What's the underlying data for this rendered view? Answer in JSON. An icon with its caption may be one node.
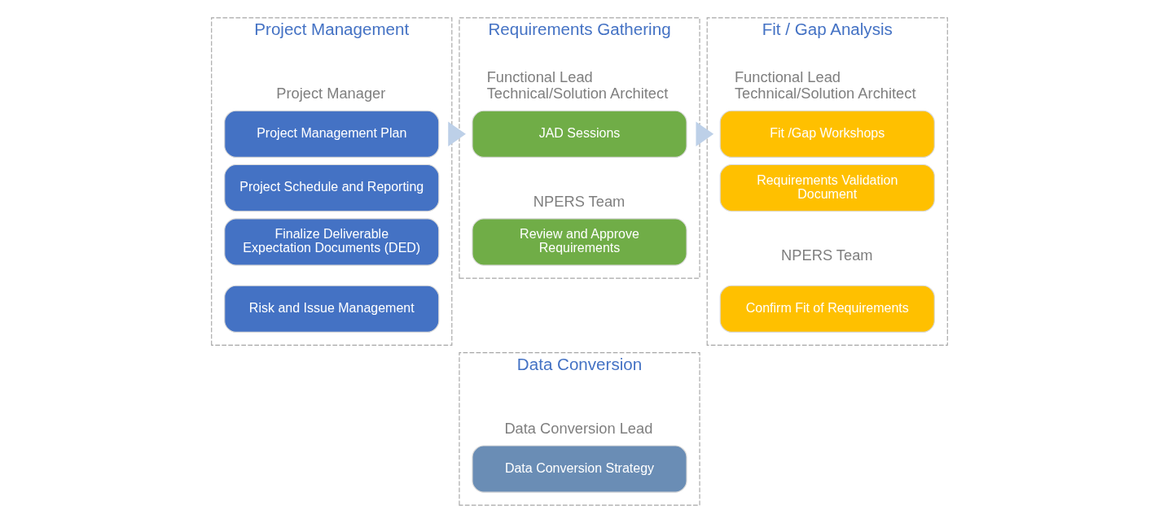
{
  "diagram": {
    "nodes": [
      {
        "text": [
          "Project Management"
        ]
      },
      {
        "text": [
          "Project Management Plan"
        ],
        "in": 0,
        "beside": [
          "Project Manager"
        ]
      },
      {
        "text": [
          "Project Schedule and Reporting"
        ],
        "in": 0
      },
      {
        "text": [
          "Finalize Deliverable Expectation Documents (DED)"
        ],
        "in": 0
      },
      {
        "text": [
          "Risk and Issue Management"
        ],
        "in": 0
      },
      {
        "text": [
          "Requirements Gathering"
        ]
      },
      {
        "text": [
          "JAD Sessions"
        ],
        "in": 5,
        "beside": [
          "Functional Lead",
          "Technical/Solution Architect"
        ]
      },
      {
        "text": [
          "Review and Approve Requirements"
        ],
        "in": 5,
        "beside": [
          "NPERS Team"
        ]
      },
      {
        "text": [
          "Fit / Gap Analysis"
        ]
      },
      {
        "text": [
          "Fit /Gap Workshops"
        ],
        "in": 8,
        "beside": [
          "Functional Lead",
          "Technical/Solution Architect"
        ]
      },
      {
        "text": [
          "Requirements Validation Document"
        ],
        "in": 8
      },
      {
        "text": [
          "Confirm Fit of Requirements"
        ],
        "in": 8,
        "beside": [
          "NPERS Team"
        ]
      },
      {
        "text": [
          "Data Conversion"
        ]
      },
      {
        "text": [
          "Data Conversion Strategy"
        ],
        "in": 12,
        "beside": [
          "Data Conversion Lead"
        ]
      }
    ],
    "edges": [
      {
        "from": 0,
        "to": 5,
        "arrow": "to",
        "style": "thick"
      },
      {
        "from": 5,
        "to": 8,
        "arrow": "to",
        "style": "thick"
      }
    ]
  }
}
